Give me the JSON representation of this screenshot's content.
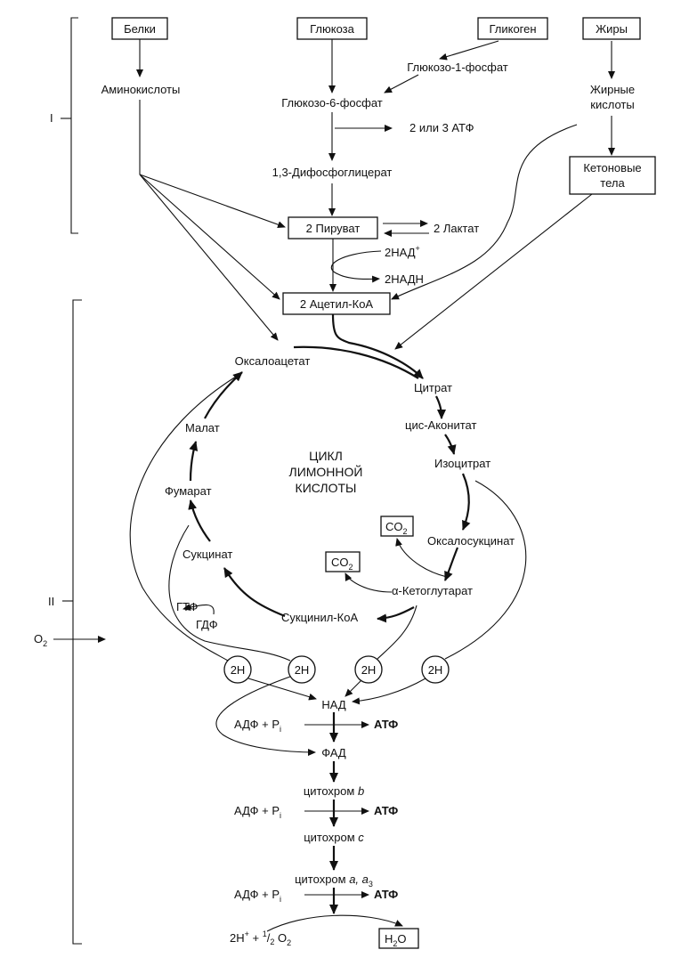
{
  "stage_labels": {
    "stage1": "I",
    "stage2": "II"
  },
  "o2": {
    "base": "O",
    "sub": "2"
  },
  "sources": {
    "proteins": "Белки",
    "glucose": "Глюкоза",
    "glycogen": "Гликоген",
    "fats": "Жиры"
  },
  "metabolites": {
    "amino_acids": "Аминокислоты",
    "glucose_1p": "Глюкозо-1-фосфат",
    "glucose_6p": "Глюкозо-6-фосфат",
    "atp_2_3": "2 или 3 АТФ",
    "dpg": "1,3-Дифосфоглицерат",
    "fatty_1": "Жирные",
    "fatty_2": "кислоты",
    "ketone_1": "Кетоновые",
    "ketone_2": "тела",
    "pyruvate": "2 Пируват",
    "lactate": "2 Лактат",
    "nad_plus_base": "2НАД",
    "nad_plus_sup": "+",
    "nadh": "2НАДН",
    "acetyl_coa": "2 Ацетил-КоА"
  },
  "cycle": {
    "title_1": "ЦИКЛ",
    "title_2": "ЛИМОННОЙ",
    "title_3": "КИСЛОТЫ",
    "oxaloacetate": "Оксалоацетат",
    "citrate": "Цитрат",
    "cis_aconitate": "цис-Аконитат",
    "isocitrate": "Изоцитрат",
    "oxalosuccinate": "Оксалосукцинат",
    "alpha_kg": "α-Кетоглутарат",
    "succinyl_coa": "Сукцинил-КоА",
    "succinate": "Сукцинат",
    "fumarate": "Фумарат",
    "malate": "Малат",
    "gtp": "ГТФ",
    "gdp": "ГДФ",
    "co2_base": "CO",
    "co2_sub": "2"
  },
  "hydrogen": {
    "label": "2H"
  },
  "respiratory_chain": {
    "nad": "НАД",
    "fad": "ФАД",
    "adp_pi_base": "АДФ + P",
    "adp_pi_sub": "i",
    "atp": "АТФ",
    "cyt_b_prefix": "цитохром ",
    "cyt_b_letter": "b",
    "cyt_c_prefix": "цитохром ",
    "cyt_c_letter": "c",
    "cyt_a_prefix": "цитохром ",
    "cyt_a_letters": "a, a",
    "cyt_a_sub": "3",
    "h_plus_base": "2H",
    "h_plus_sup": "+",
    "plus_half": " + ",
    "half_num": "1",
    "half_slash": "/",
    "half_den": "2",
    "o2_base": " O",
    "o2_sub": "2",
    "water_base": "H",
    "water_sub": "2",
    "water_tail": "O"
  }
}
